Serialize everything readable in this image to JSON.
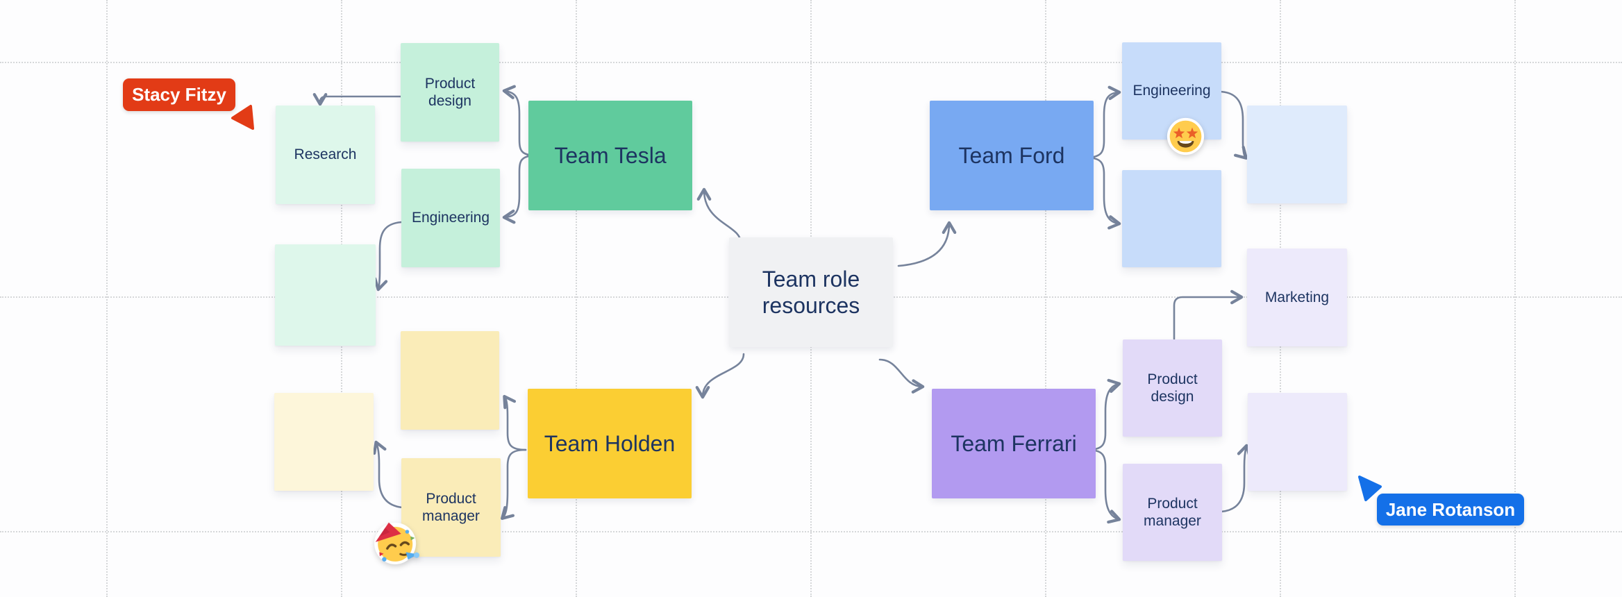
{
  "board": {
    "center_label": "Team role resources",
    "teams": {
      "tesla": {
        "label": "Team Tesla",
        "color": "#60cb9d"
      },
      "ford": {
        "label": "Team Ford",
        "color": "#78a9f2"
      },
      "holden": {
        "label": "Team Holden",
        "color": "#fbce33"
      },
      "ferrari": {
        "label": "Team Ferrari",
        "color": "#b29af0"
      }
    },
    "stickies": {
      "tesla_product_design": "Product design",
      "tesla_engineering": "Engineering",
      "tesla_research": "Research",
      "ford_engineering": "Engineering",
      "holden_product_manager": "Product manager",
      "ferrari_product_design": "Product design",
      "ferrari_product_manager": "Product manager",
      "ferrari_marketing": "Marketing"
    },
    "sticky_colors": {
      "tesla_labeled": "#c5f0db",
      "tesla_light": "#def7eb",
      "ford_labeled": "#c7dcfa",
      "ford_light": "#dfebfc",
      "holden_labeled": "#faecb8",
      "holden_light": "#fdf6da",
      "ferrari_labeled": "#e2daf8",
      "ferrari_light": "#edeafb"
    },
    "cursors": {
      "stacy": {
        "name": "Stacy Fitzy",
        "color": "#e23b16"
      },
      "jane": {
        "name": "Jane Rotanson",
        "color": "#1470e8"
      }
    },
    "stickers": {
      "star_struck": "star-struck-emoji",
      "partying_face": "partying-face-emoji"
    },
    "connector_color": "#76839b",
    "text_color": "#1d3461",
    "grid_color": "#d5d7d9"
  }
}
